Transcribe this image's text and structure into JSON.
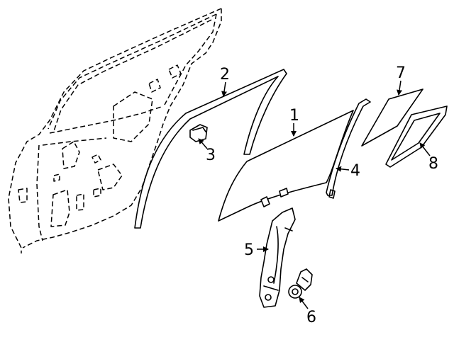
{
  "callouts": [
    {
      "number": "1",
      "part": "window-glass"
    },
    {
      "number": "2",
      "part": "glass-run-channel"
    },
    {
      "number": "3",
      "part": "clip"
    },
    {
      "number": "4",
      "part": "rear-channel"
    },
    {
      "number": "5",
      "part": "window-regulator"
    },
    {
      "number": "6",
      "part": "regulator-motor"
    },
    {
      "number": "7",
      "part": "quarter-glass"
    },
    {
      "number": "8",
      "part": "quarter-glass-seal"
    }
  ]
}
